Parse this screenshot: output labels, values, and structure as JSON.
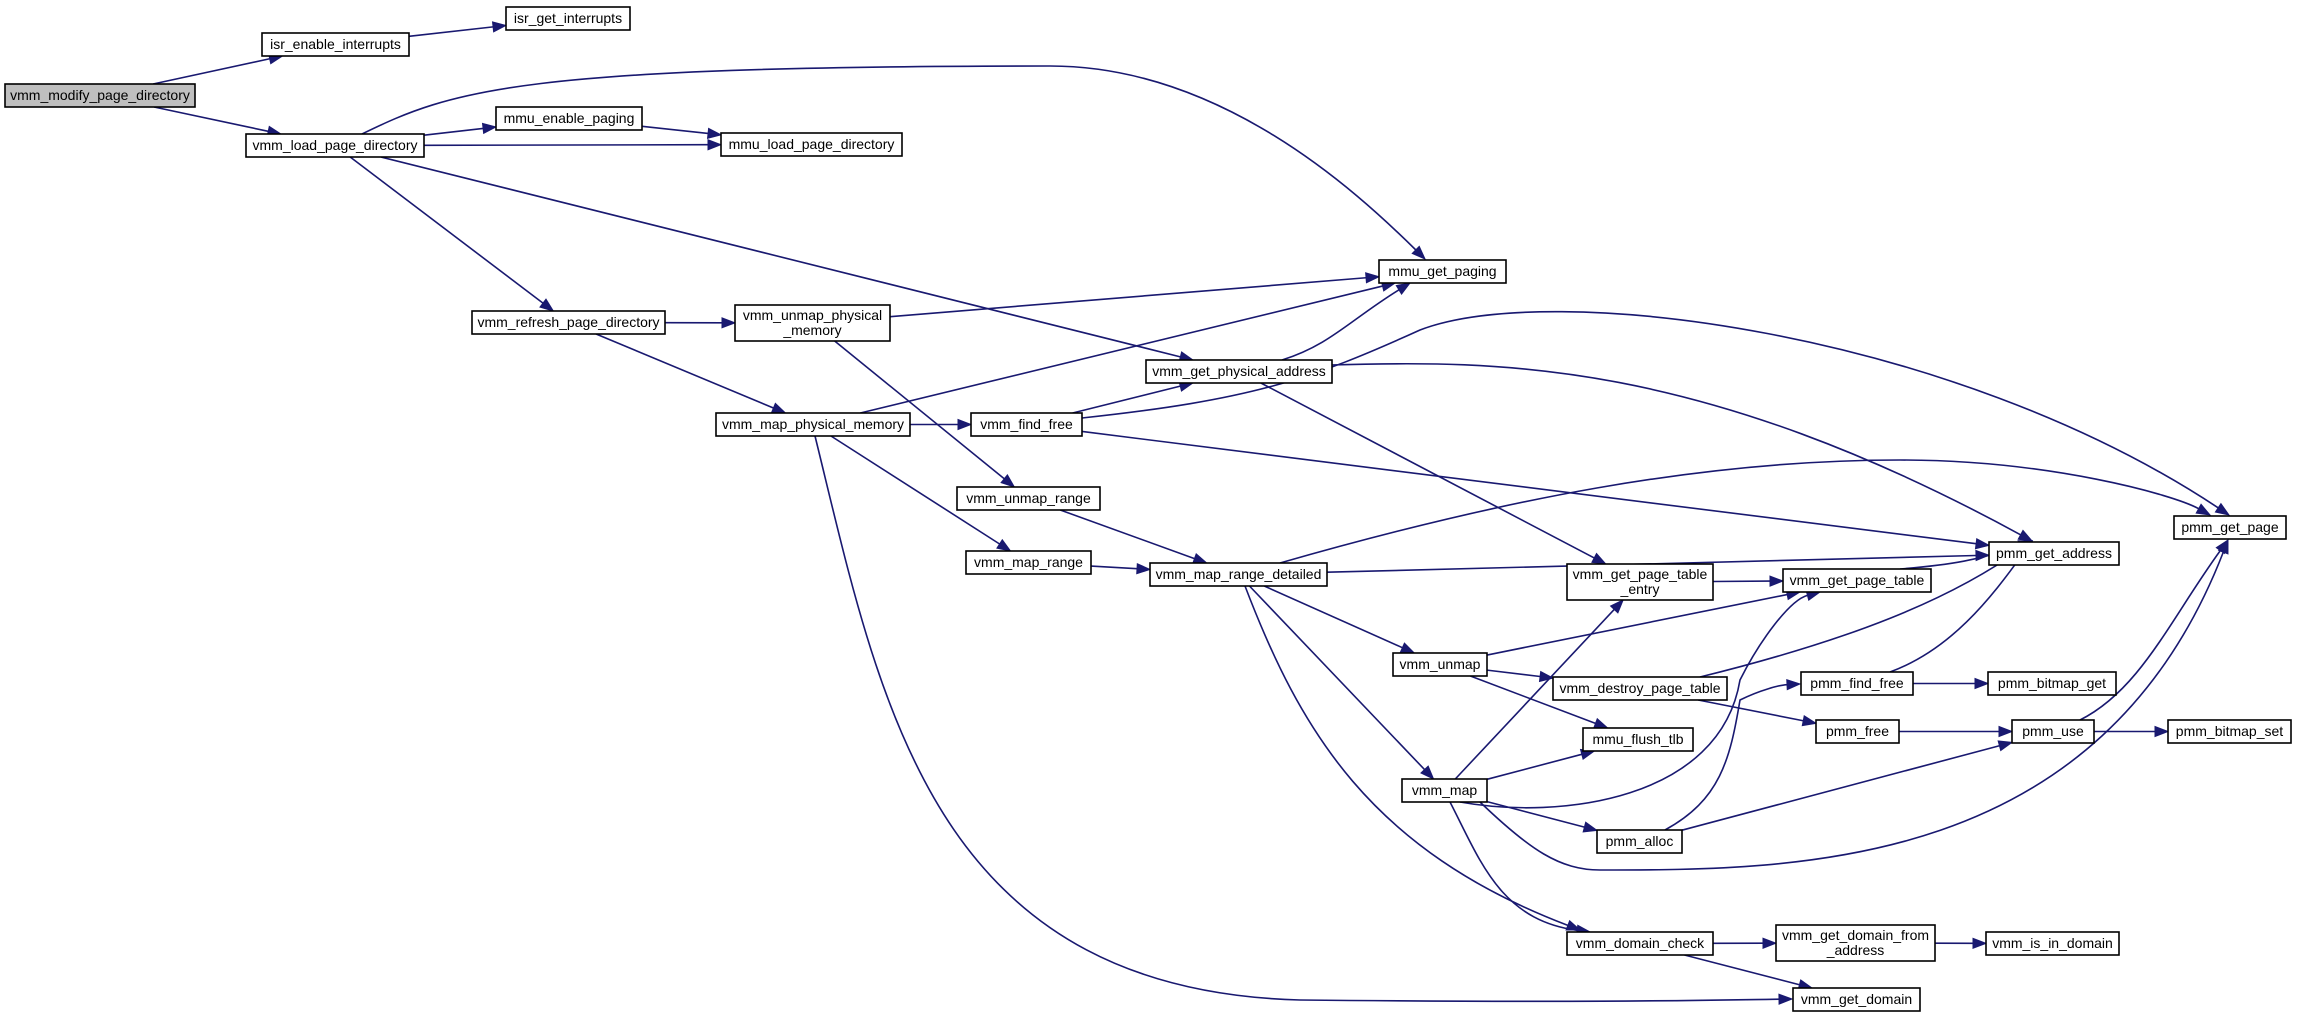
{
  "diagram": {
    "type": "call-graph",
    "colors": {
      "edge": "#191970",
      "node_border": "#000000",
      "root_fill": "#bfbfbf",
      "node_fill": "#ffffff"
    },
    "nodes": [
      {
        "id": "n0",
        "lines": [
          "vmm_modify_page_directory"
        ],
        "root": true
      },
      {
        "id": "n1",
        "lines": [
          "isr_enable_interrupts"
        ]
      },
      {
        "id": "n2",
        "lines": [
          "isr_get_interrupts"
        ]
      },
      {
        "id": "n3",
        "lines": [
          "vmm_load_page_directory"
        ]
      },
      {
        "id": "n4",
        "lines": [
          "mmu_enable_paging"
        ]
      },
      {
        "id": "n5",
        "lines": [
          "mmu_load_page_directory"
        ]
      },
      {
        "id": "n6",
        "lines": [
          "mmu_get_paging"
        ]
      },
      {
        "id": "n7",
        "lines": [
          "vmm_refresh_page_directory"
        ]
      },
      {
        "id": "n8",
        "lines": [
          "vmm_unmap_physical",
          "_memory"
        ]
      },
      {
        "id": "n9",
        "lines": [
          "vmm_get_physical_address"
        ]
      },
      {
        "id": "n10",
        "lines": [
          "vmm_map_physical_memory"
        ]
      },
      {
        "id": "n11",
        "lines": [
          "vmm_find_free"
        ]
      },
      {
        "id": "n12",
        "lines": [
          "pmm_get_page"
        ]
      },
      {
        "id": "n13",
        "lines": [
          "vmm_unmap_range"
        ]
      },
      {
        "id": "n14",
        "lines": [
          "pmm_get_address"
        ]
      },
      {
        "id": "n15",
        "lines": [
          "vmm_map_range"
        ]
      },
      {
        "id": "n16",
        "lines": [
          "vmm_map_range_detailed"
        ]
      },
      {
        "id": "n17",
        "lines": [
          "vmm_get_page_table",
          "_entry"
        ]
      },
      {
        "id": "n18",
        "lines": [
          "vmm_get_page_table"
        ]
      },
      {
        "id": "n19",
        "lines": [
          "vmm_unmap"
        ]
      },
      {
        "id": "n20",
        "lines": [
          "vmm_destroy_page_table"
        ]
      },
      {
        "id": "n21",
        "lines": [
          "pmm_find_free"
        ]
      },
      {
        "id": "n22",
        "lines": [
          "pmm_bitmap_get"
        ]
      },
      {
        "id": "n23",
        "lines": [
          "mmu_flush_tlb"
        ]
      },
      {
        "id": "n24",
        "lines": [
          "pmm_free"
        ]
      },
      {
        "id": "n25",
        "lines": [
          "pmm_use"
        ]
      },
      {
        "id": "n26",
        "lines": [
          "pmm_bitmap_set"
        ]
      },
      {
        "id": "n27",
        "lines": [
          "vmm_map"
        ]
      },
      {
        "id": "n28",
        "lines": [
          "pmm_alloc"
        ]
      },
      {
        "id": "n29",
        "lines": [
          "vmm_domain_check"
        ]
      },
      {
        "id": "n30",
        "lines": [
          "vmm_get_domain_from",
          "_address"
        ]
      },
      {
        "id": "n31",
        "lines": [
          "vmm_is_in_domain"
        ]
      },
      {
        "id": "n32",
        "lines": [
          "vmm_get_domain"
        ]
      }
    ],
    "edges": [
      [
        "n0",
        "n1"
      ],
      [
        "n0",
        "n3"
      ],
      [
        "n1",
        "n2"
      ],
      [
        "n3",
        "n4"
      ],
      [
        "n3",
        "n5"
      ],
      [
        "n3",
        "n6"
      ],
      [
        "n3",
        "n7"
      ],
      [
        "n3",
        "n9"
      ],
      [
        "n4",
        "n5"
      ],
      [
        "n7",
        "n8"
      ],
      [
        "n7",
        "n10"
      ],
      [
        "n8",
        "n6"
      ],
      [
        "n8",
        "n13"
      ],
      [
        "n9",
        "n6"
      ],
      [
        "n9",
        "n14"
      ],
      [
        "n9",
        "n17"
      ],
      [
        "n10",
        "n6"
      ],
      [
        "n10",
        "n11"
      ],
      [
        "n10",
        "n15"
      ],
      [
        "n10",
        "n32"
      ],
      [
        "n11",
        "n9"
      ],
      [
        "n11",
        "n12"
      ],
      [
        "n11",
        "n14"
      ],
      [
        "n13",
        "n16"
      ],
      [
        "n15",
        "n16"
      ],
      [
        "n16",
        "n12"
      ],
      [
        "n16",
        "n14"
      ],
      [
        "n16",
        "n19"
      ],
      [
        "n16",
        "n27"
      ],
      [
        "n16",
        "n29"
      ],
      [
        "n17",
        "n18"
      ],
      [
        "n18",
        "n14"
      ],
      [
        "n19",
        "n18"
      ],
      [
        "n19",
        "n20"
      ],
      [
        "n19",
        "n23"
      ],
      [
        "n20",
        "n14"
      ],
      [
        "n20",
        "n24"
      ],
      [
        "n21",
        "n22"
      ],
      [
        "n21",
        "n14"
      ],
      [
        "n24",
        "n25"
      ],
      [
        "n25",
        "n26"
      ],
      [
        "n25",
        "n12"
      ],
      [
        "n27",
        "n17"
      ],
      [
        "n27",
        "n18"
      ],
      [
        "n27",
        "n23"
      ],
      [
        "n27",
        "n28"
      ],
      [
        "n27",
        "n12"
      ],
      [
        "n27",
        "n29"
      ],
      [
        "n28",
        "n21"
      ],
      [
        "n28",
        "n25"
      ],
      [
        "n29",
        "n30"
      ],
      [
        "n29",
        "n32"
      ],
      [
        "n30",
        "n31"
      ]
    ]
  }
}
